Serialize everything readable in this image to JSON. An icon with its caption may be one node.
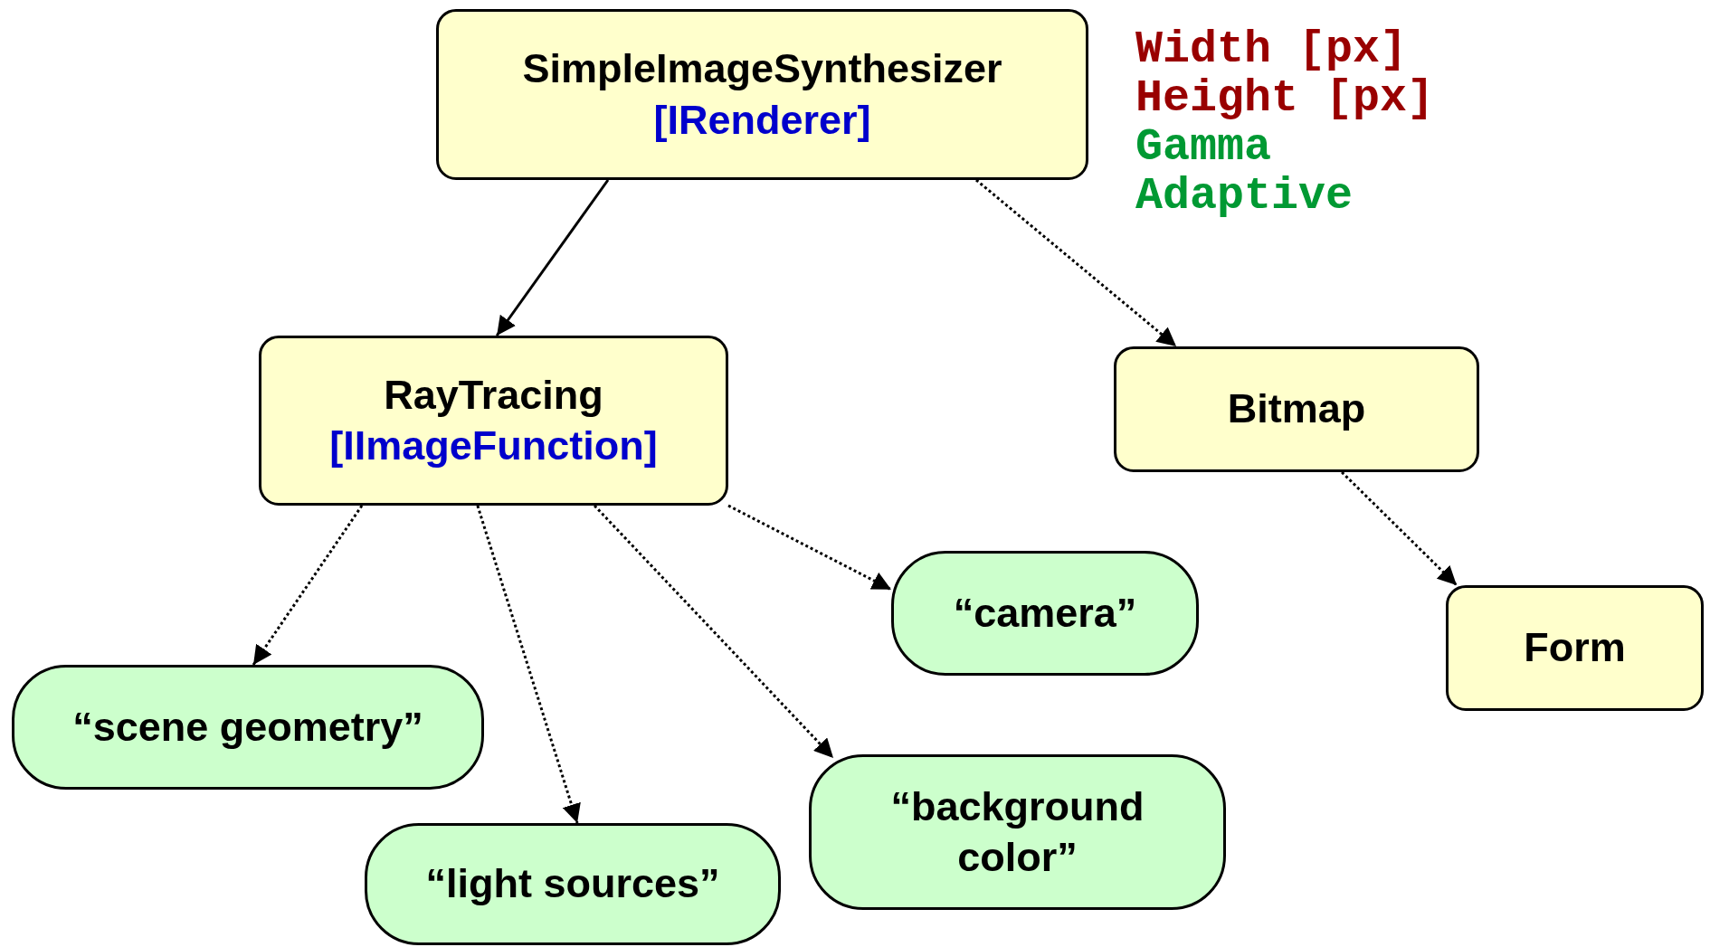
{
  "diagram": {
    "nodes": [
      {
        "text": [
          "SimpleImageSynthesizer",
          "[IRenderer]"
        ]
      },
      {
        "text": [
          "RayTracing",
          "[IImageFunction]"
        ]
      },
      {
        "text": [
          "Bitmap"
        ]
      },
      {
        "text": [
          "“camera”"
        ]
      },
      {
        "text": [
          "Form"
        ]
      },
      {
        "text": [
          "“scene geometry”"
        ]
      },
      {
        "text": [
          "“background color”"
        ]
      },
      {
        "text": [
          "“light sources”"
        ]
      }
    ],
    "edges": [
      {
        "from": 0,
        "to": 1,
        "arrow": "to"
      },
      {
        "from": 0,
        "to": 2,
        "arrow": "to",
        "style": "dashed"
      },
      {
        "from": 1,
        "to": 5,
        "arrow": "to",
        "style": "dashed"
      },
      {
        "from": 1,
        "to": 7,
        "arrow": "to",
        "style": "dashed"
      },
      {
        "from": 1,
        "to": 6,
        "arrow": "to",
        "style": "dashed"
      },
      {
        "from": 1,
        "to": 3,
        "arrow": "to",
        "style": "dashed"
      },
      {
        "from": 2,
        "to": 4,
        "arrow": "to",
        "style": "dashed"
      }
    ],
    "labels": [
      "Width [px]",
      "Height [px]",
      "Gamma",
      "Adaptive"
    ]
  }
}
